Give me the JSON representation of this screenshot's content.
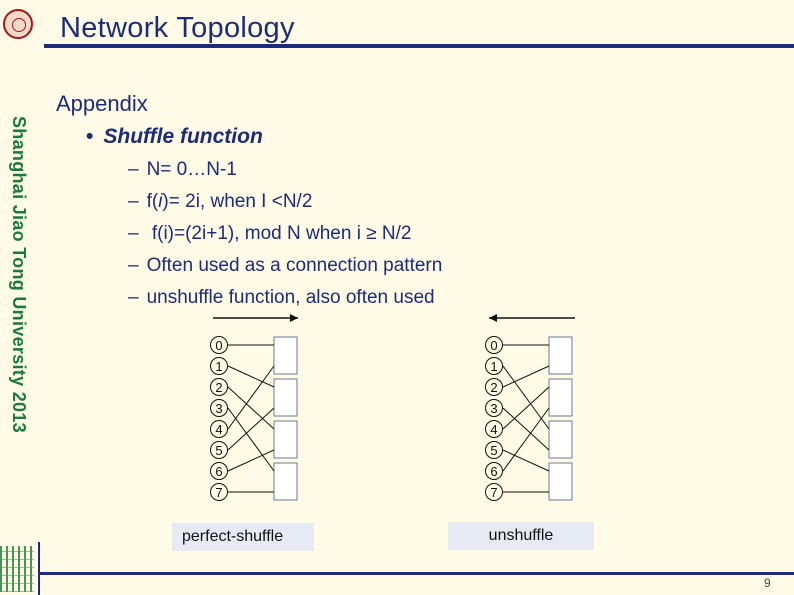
{
  "header": {
    "title": "Network Topology"
  },
  "sidebar": {
    "vertical_text": "Shanghai Jiao Tong University 2013"
  },
  "main": {
    "section": "Appendix",
    "bullet": {
      "marker": "•",
      "text": "Shuffle function"
    },
    "subitems": [
      {
        "dash": "–",
        "text": "N= 0…N-1"
      },
      {
        "dash": "–",
        "text": "f(i)= 2i, when I <N/2"
      },
      {
        "dash": "–",
        "text": " f(i)=(2i+1), mod N when i ≥ N/2"
      },
      {
        "dash": "–",
        "text": "Often used as a connection pattern"
      },
      {
        "dash": "–",
        "text": "unshuffle function, also often used"
      }
    ]
  },
  "diagrams": {
    "nodes": [
      "0",
      "1",
      "2",
      "3",
      "4",
      "5",
      "6",
      "7"
    ],
    "perfect_shuffle_label": "perfect-shuffle",
    "unshuffle_label": "unshuffle",
    "perfect_shuffle_map": [
      0,
      2,
      4,
      6,
      1,
      3,
      5,
      7
    ],
    "unshuffle_map": [
      0,
      4,
      1,
      5,
      2,
      6,
      3,
      7
    ]
  },
  "footer": {
    "page_number": "9"
  },
  "colors": {
    "title": "#1c2b7a",
    "vertical_text": "#1a7a3a",
    "background": "#fffbe6",
    "label_box": "#e6eaf5"
  }
}
